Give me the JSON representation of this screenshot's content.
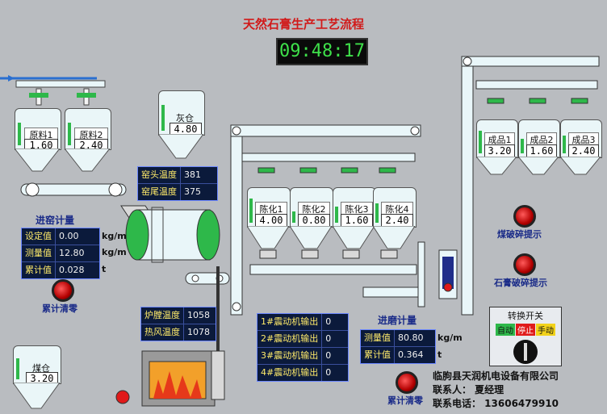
{
  "title": "天然石膏生产工艺流程",
  "clock": "09:48:17",
  "raw_silos": [
    {
      "name": "原料1",
      "value": "1.60"
    },
    {
      "name": "原料2",
      "value": "2.40"
    }
  ],
  "ash_silo": {
    "name": "灰仓",
    "value": "4.80"
  },
  "coal_silo": {
    "name": "煤仓",
    "value": "3.20"
  },
  "aging_silos": [
    {
      "name": "陈化1",
      "value": "4.00"
    },
    {
      "name": "陈化2",
      "value": "0.80"
    },
    {
      "name": "陈化3",
      "value": "1.60"
    },
    {
      "name": "陈化4",
      "value": "2.40"
    }
  ],
  "product_silos": [
    {
      "name": "成品1",
      "value": "3.20"
    },
    {
      "name": "成品2",
      "value": "1.60"
    },
    {
      "name": "成品3",
      "value": "2.40"
    }
  ],
  "kiln_temps": [
    {
      "label": "窑头温度",
      "value": "381"
    },
    {
      "label": "窑尾温度",
      "value": "375"
    }
  ],
  "furnace_temps": [
    {
      "label": "炉膛温度",
      "value": "1058"
    },
    {
      "label": "热风温度",
      "value": "1078"
    }
  ],
  "kiln_metering": {
    "heading": "进窑计量",
    "rows": [
      {
        "label": "设定值",
        "value": "0.00",
        "unit": "kg/m"
      },
      {
        "label": "测量值",
        "value": "12.80",
        "unit": "kg/m"
      },
      {
        "label": "累计值",
        "value": "0.028",
        "unit": "t"
      }
    ],
    "reset_label": "累计清零"
  },
  "mill_metering": {
    "heading": "进磨计量",
    "rows": [
      {
        "label": "测量值",
        "value": "80.80",
        "unit": "kg/m"
      },
      {
        "label": "累计值",
        "value": "0.364",
        "unit": "t"
      }
    ],
    "reset_label": "累计清零"
  },
  "vibrators": [
    {
      "label": "1#震动机输出",
      "value": "0"
    },
    {
      "label": "2#震动机输出",
      "value": "0"
    },
    {
      "label": "3#震动机输出",
      "value": "0"
    },
    {
      "label": "4#震动机输出",
      "value": "0"
    }
  ],
  "alerts": [
    {
      "label": "煤破碎提示"
    },
    {
      "label": "石膏破碎提示"
    }
  ],
  "switch": {
    "title": "转换开关",
    "options": [
      "自动",
      "停止",
      "手动"
    ]
  },
  "company": {
    "name": "临朐县天润机电设备有限公司",
    "contact": "联系人：  夏经理",
    "phone": "联系电话：  13606479910"
  },
  "colors": {
    "title": "#d11a1a",
    "clock_bg": "#0a0a0a",
    "clock_fg": "#3ee04a",
    "panel_bg": "#0b1a3b",
    "level": "#2eb84a",
    "alarm": "#e01a1a"
  }
}
